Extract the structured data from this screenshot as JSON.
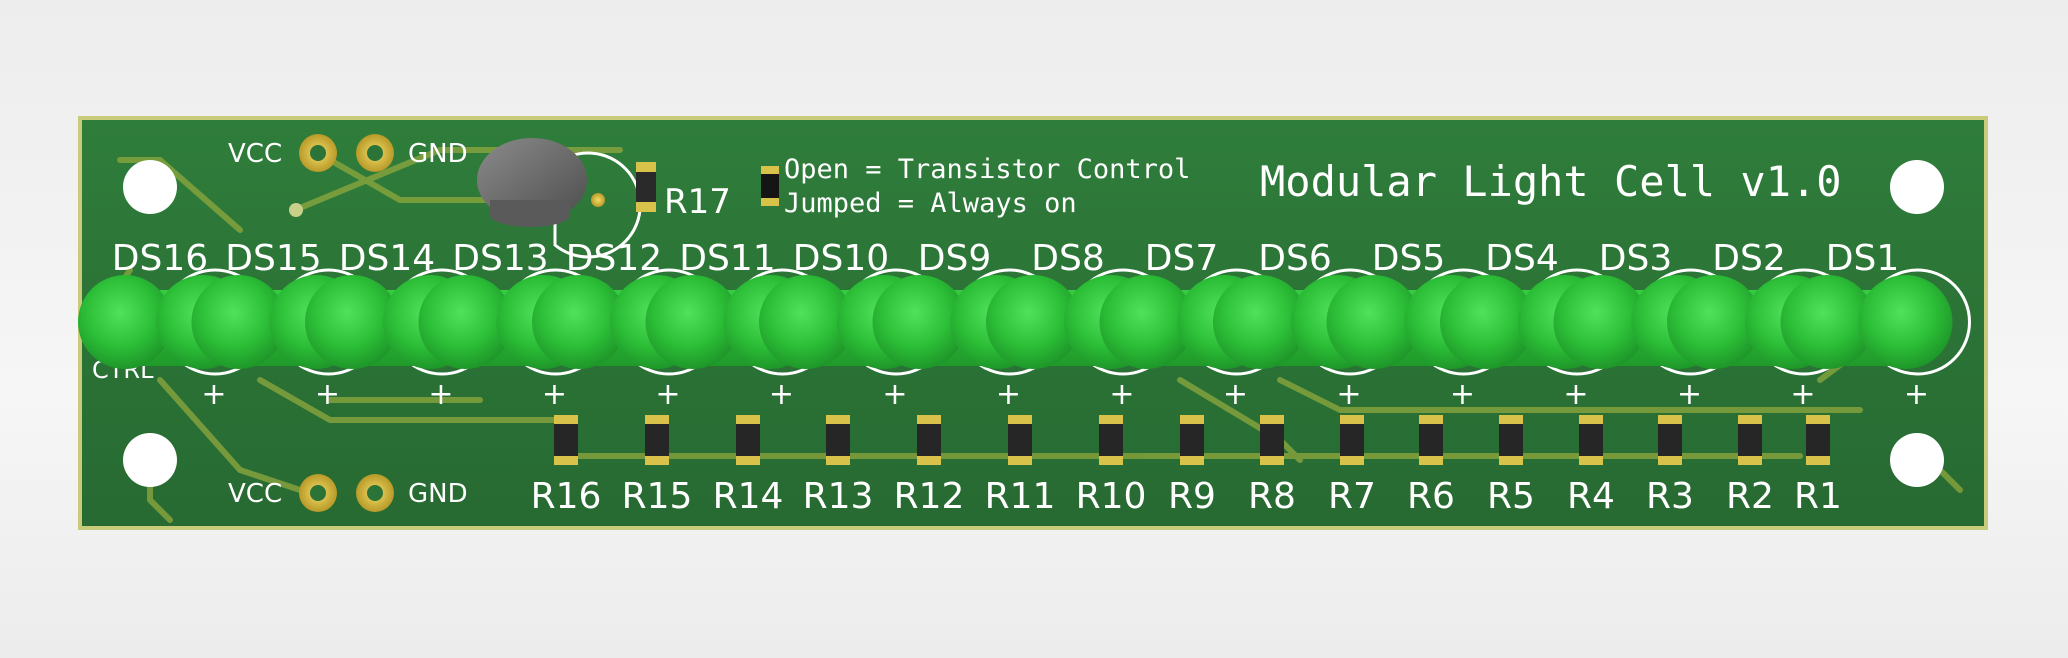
{
  "board": {
    "title": "Modular Light Cell v1.0",
    "note_open": "Open = Transistor Control",
    "note_jumped": "Jumped = Always on",
    "r17_label": "R17",
    "ctrl_label": "CTRL",
    "top_vcc": "VCC",
    "top_gnd": "GND",
    "bottom_vcc": "VCC",
    "bottom_gnd": "GND",
    "plus_mark": "+",
    "colors": {
      "pcb": "#2f7a3a",
      "pcb_edge": "#c8cc7a",
      "trace": "#8fa83e",
      "pad": "#d8c24a",
      "led": "#2fbf3a",
      "silk": "#ffffff"
    }
  },
  "leds": [
    "DS16",
    "DS15",
    "DS14",
    "DS13",
    "DS12",
    "DS11",
    "DS10",
    "DS9",
    "DS8",
    "DS7",
    "DS6",
    "DS5",
    "DS4",
    "DS3",
    "DS2",
    "DS1"
  ],
  "resistors": [
    "R16",
    "R15",
    "R14",
    "R13",
    "R12",
    "R11",
    "R10",
    "R9",
    "R8",
    "R7",
    "R6",
    "R5",
    "R4",
    "R3",
    "R2",
    "R1"
  ]
}
